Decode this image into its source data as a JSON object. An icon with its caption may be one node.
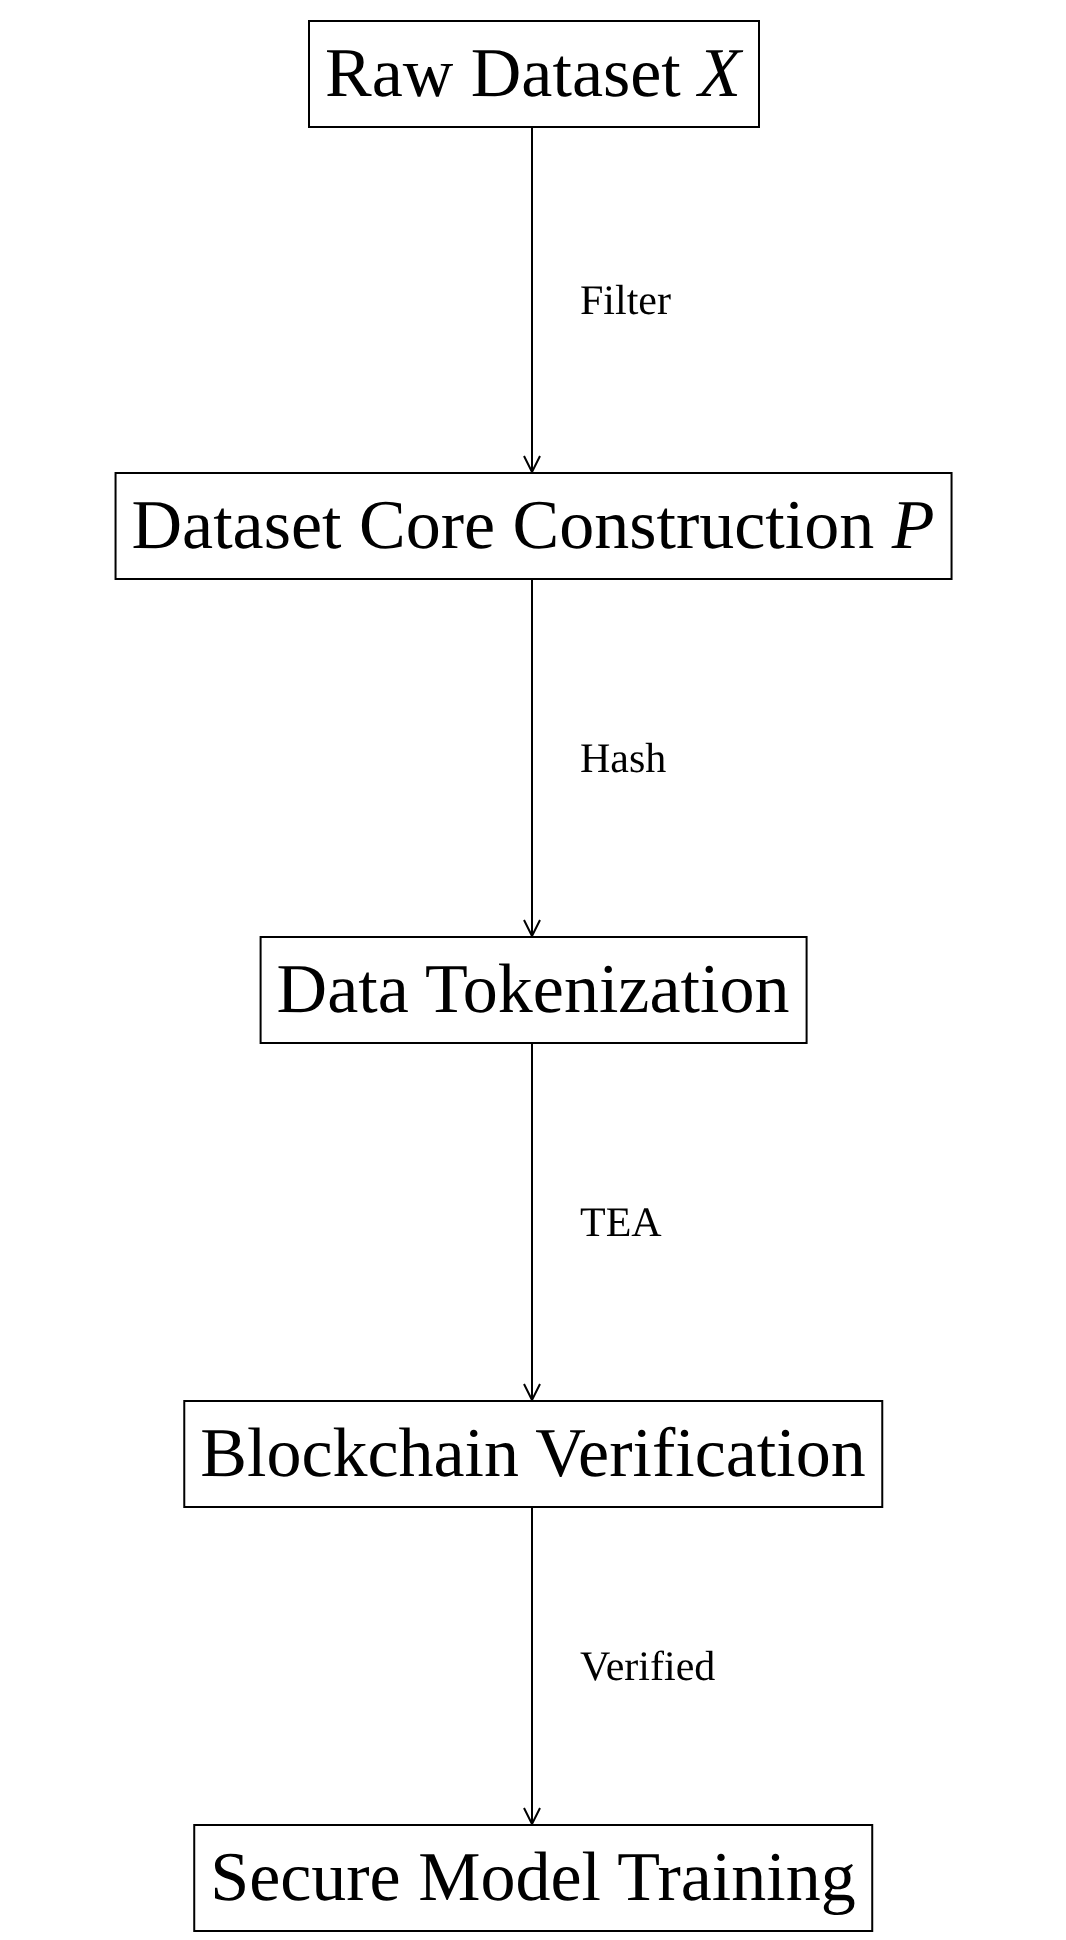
{
  "diagram": {
    "nodes": [
      {
        "text": [
          "Raw Dataset *X*"
        ]
      },
      {
        "text": [
          "Dataset Core Construction *P*"
        ]
      },
      {
        "text": [
          "Data Tokenization"
        ]
      },
      {
        "text": [
          "Blockchain Verification"
        ]
      },
      {
        "text": [
          "Secure Model Training"
        ]
      }
    ],
    "edges": [
      {
        "from": 0,
        "to": 1,
        "arrow": "to",
        "label": "Filter"
      },
      {
        "from": 1,
        "to": 2,
        "arrow": "to",
        "label": "Hash"
      },
      {
        "from": 2,
        "to": 3,
        "arrow": "to",
        "label": "TEA"
      },
      {
        "from": 3,
        "to": 4,
        "arrow": "to",
        "label": "Verified"
      }
    ]
  }
}
